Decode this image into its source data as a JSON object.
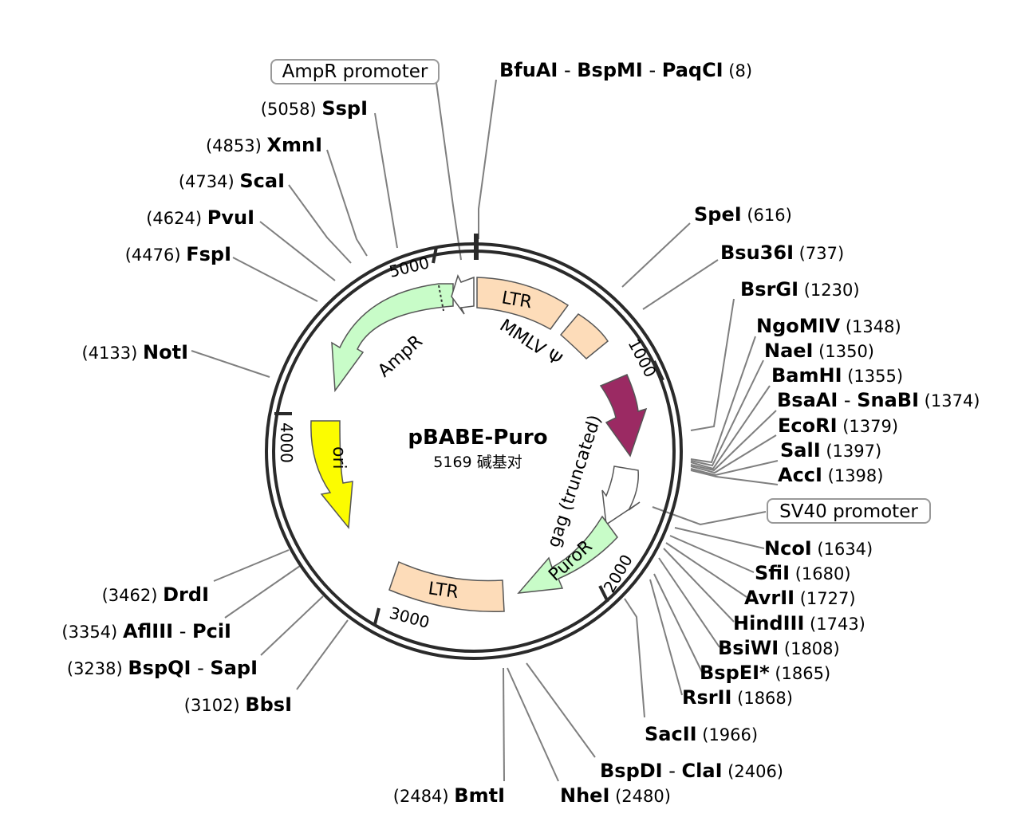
{
  "plasmid": {
    "name": "pBABE-Puro",
    "size_text": "5169 碱基对",
    "length": 5169
  },
  "ticks": [
    {
      "pos": 1000,
      "label": "1000"
    },
    {
      "pos": 2000,
      "label": "2000"
    },
    {
      "pos": 3000,
      "label": "3000"
    },
    {
      "pos": 4000,
      "label": "4000"
    },
    {
      "pos": 5000,
      "label": "5000"
    }
  ],
  "features": [
    {
      "id": "ltr5",
      "label": "LTR",
      "color": "#fddcb9",
      "kind": "block"
    },
    {
      "id": "mmlv",
      "label": "MMLV Ψ",
      "color": "#fddcb9",
      "kind": "block"
    },
    {
      "id": "gag",
      "label": "gag (truncated)",
      "color": "#ffffff",
      "kind": "arrow"
    },
    {
      "id": "purple",
      "label": "",
      "color": "#9b2a63",
      "kind": "arrow"
    },
    {
      "id": "puror",
      "label": "PuroR",
      "color": "#c8fcc8",
      "kind": "arrow"
    },
    {
      "id": "ltr3",
      "label": "LTR",
      "color": "#fddcb9",
      "kind": "block"
    },
    {
      "id": "ori",
      "label": "ori",
      "color": "#fcfc00",
      "kind": "arrow"
    },
    {
      "id": "ampr",
      "label": "AmpR",
      "color": "#c8fcc8",
      "kind": "arrow"
    },
    {
      "id": "amppromo",
      "label": "",
      "color": "#ffffff",
      "kind": "arrow"
    }
  ],
  "boxed_labels": [
    {
      "id": "ampr-promoter",
      "text": "AmpR promoter"
    },
    {
      "id": "sv40-promoter",
      "text": "SV40 promoter"
    }
  ],
  "sites": [
    {
      "id": "bfuai",
      "names": [
        "BfuAI",
        "BspMI",
        "PaqCI"
      ],
      "pos": "(8)",
      "bp": 8
    },
    {
      "id": "spei",
      "names": [
        "SpeI"
      ],
      "pos": "(616)",
      "bp": 616
    },
    {
      "id": "bsu36i",
      "names": [
        "Bsu36I"
      ],
      "pos": "(737)",
      "bp": 737
    },
    {
      "id": "bsrgi",
      "names": [
        "BsrGI"
      ],
      "pos": "(1230)",
      "bp": 1230
    },
    {
      "id": "ngomiv",
      "names": [
        "NgoMIV"
      ],
      "pos": "(1348)",
      "bp": 1348
    },
    {
      "id": "naei",
      "names": [
        "NaeI"
      ],
      "pos": "(1350)",
      "bp": 1350
    },
    {
      "id": "bamhi",
      "names": [
        "BamHI"
      ],
      "pos": "(1355)",
      "bp": 1355
    },
    {
      "id": "bsaai",
      "names": [
        "BsaAI",
        "SnaBI"
      ],
      "pos": "(1374)",
      "bp": 1374
    },
    {
      "id": "ecori",
      "names": [
        "EcoRI"
      ],
      "pos": "(1379)",
      "bp": 1379
    },
    {
      "id": "sali",
      "names": [
        "SalI"
      ],
      "pos": "(1397)",
      "bp": 1397
    },
    {
      "id": "acci",
      "names": [
        "AccI"
      ],
      "pos": "(1398)",
      "bp": 1398
    },
    {
      "id": "ncoi",
      "names": [
        "NcoI"
      ],
      "pos": "(1634)",
      "bp": 1634
    },
    {
      "id": "sfii",
      "names": [
        "SfiI"
      ],
      "pos": "(1680)",
      "bp": 1680
    },
    {
      "id": "avrii",
      "names": [
        "AvrII"
      ],
      "pos": "(1727)",
      "bp": 1727
    },
    {
      "id": "hindiii",
      "names": [
        "HindIII"
      ],
      "pos": "(1743)",
      "bp": 1743
    },
    {
      "id": "bsiwi",
      "names": [
        "BsiWI"
      ],
      "pos": "(1808)",
      "bp": 1808
    },
    {
      "id": "bspei",
      "names": [
        "BspEI*"
      ],
      "pos": "(1865)",
      "bp": 1865
    },
    {
      "id": "rsrii",
      "names": [
        "RsrII"
      ],
      "pos": "(1868)",
      "bp": 1868
    },
    {
      "id": "sacii",
      "names": [
        "SacII"
      ],
      "pos": "(1966)",
      "bp": 1966
    },
    {
      "id": "bspdi",
      "names": [
        "BspDI",
        "ClaI"
      ],
      "pos": "(2406)",
      "bp": 2406
    },
    {
      "id": "nhei",
      "names": [
        "NheI"
      ],
      "pos": "(2480)",
      "bp": 2480
    },
    {
      "id": "bmti",
      "names": [
        "BmtI"
      ],
      "pos": "(2484)",
      "bp": 2484
    },
    {
      "id": "bbsi",
      "names": [
        "BbsI"
      ],
      "pos": "(3102)",
      "bp": 3102
    },
    {
      "id": "bspqi",
      "names": [
        "BspQI",
        "SapI"
      ],
      "pos": "(3238)",
      "bp": 3238
    },
    {
      "id": "afliii",
      "names": [
        "AflIII",
        "PciI"
      ],
      "pos": "(3354)",
      "bp": 3354
    },
    {
      "id": "drdi",
      "names": [
        "DrdI"
      ],
      "pos": "(3462)",
      "bp": 3462
    },
    {
      "id": "noti",
      "names": [
        "NotI"
      ],
      "pos": "(4133)",
      "bp": 4133
    },
    {
      "id": "fspi",
      "names": [
        "FspI"
      ],
      "pos": "(4476)",
      "bp": 4476
    },
    {
      "id": "pvui",
      "names": [
        "PvuI"
      ],
      "pos": "(4624)",
      "bp": 4624
    },
    {
      "id": "scai",
      "names": [
        "ScaI"
      ],
      "pos": "(4734)",
      "bp": 4734
    },
    {
      "id": "xmni",
      "names": [
        "XmnI"
      ],
      "pos": "(4853)",
      "bp": 4853
    },
    {
      "id": "sspi",
      "names": [
        "SspI"
      ],
      "pos": "(5058)",
      "bp": 5058
    }
  ]
}
